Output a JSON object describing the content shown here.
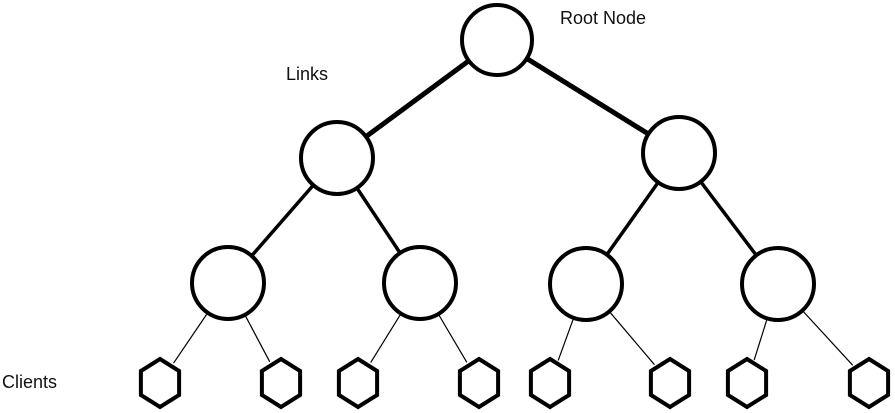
{
  "diagram": {
    "type": "tree-topology",
    "labels": {
      "root": "Root Node",
      "links": "Links",
      "clients": "Clients"
    },
    "colors": {
      "stroke": "#000000",
      "background": "#ffffff",
      "text": "#111111"
    },
    "nodes": [
      {
        "id": "root",
        "kind": "circle",
        "level": 0
      },
      {
        "id": "n1-left",
        "kind": "circle",
        "level": 1,
        "parent": "root"
      },
      {
        "id": "n1-right",
        "kind": "circle",
        "level": 1,
        "parent": "root"
      },
      {
        "id": "n2-1",
        "kind": "circle",
        "level": 2,
        "parent": "n1-left"
      },
      {
        "id": "n2-2",
        "kind": "circle",
        "level": 2,
        "parent": "n1-left"
      },
      {
        "id": "n2-3",
        "kind": "circle",
        "level": 2,
        "parent": "n1-right"
      },
      {
        "id": "n2-4",
        "kind": "circle",
        "level": 2,
        "parent": "n1-right"
      },
      {
        "id": "c1",
        "kind": "hexagon",
        "level": 3,
        "parent": "n2-1"
      },
      {
        "id": "c2",
        "kind": "hexagon",
        "level": 3,
        "parent": "n2-1"
      },
      {
        "id": "c3",
        "kind": "hexagon",
        "level": 3,
        "parent": "n2-2"
      },
      {
        "id": "c4",
        "kind": "hexagon",
        "level": 3,
        "parent": "n2-2"
      },
      {
        "id": "c5",
        "kind": "hexagon",
        "level": 3,
        "parent": "n2-3"
      },
      {
        "id": "c6",
        "kind": "hexagon",
        "level": 3,
        "parent": "n2-3"
      },
      {
        "id": "c7",
        "kind": "hexagon",
        "level": 3,
        "parent": "n2-4"
      },
      {
        "id": "c8",
        "kind": "hexagon",
        "level": 3,
        "parent": "n2-4"
      }
    ],
    "link_weights": {
      "level1": "heavy",
      "level2": "medium",
      "level3": "thin"
    }
  }
}
